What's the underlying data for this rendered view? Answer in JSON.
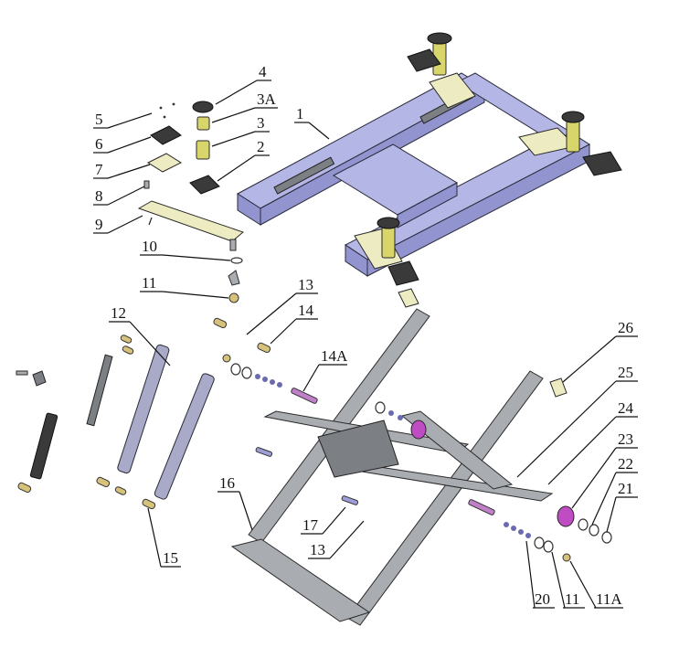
{
  "callouts": [
    {
      "id": "1",
      "label": "1"
    },
    {
      "id": "2",
      "label": "2"
    },
    {
      "id": "3",
      "label": "3"
    },
    {
      "id": "3A",
      "label": "3A"
    },
    {
      "id": "4",
      "label": "4"
    },
    {
      "id": "5",
      "label": "5"
    },
    {
      "id": "6",
      "label": "6"
    },
    {
      "id": "7",
      "label": "7"
    },
    {
      "id": "8",
      "label": "8"
    },
    {
      "id": "9",
      "label": "9"
    },
    {
      "id": "10",
      "label": "10"
    },
    {
      "id": "11",
      "label": "11"
    },
    {
      "id": "11b",
      "label": "11"
    },
    {
      "id": "11A",
      "label": "11A"
    },
    {
      "id": "12",
      "label": "12"
    },
    {
      "id": "13",
      "label": "13"
    },
    {
      "id": "13b",
      "label": "13"
    },
    {
      "id": "14",
      "label": "14"
    },
    {
      "id": "14A",
      "label": "14A"
    },
    {
      "id": "15",
      "label": "15"
    },
    {
      "id": "16",
      "label": "16"
    },
    {
      "id": "17",
      "label": "17"
    },
    {
      "id": "20",
      "label": "20"
    },
    {
      "id": "21",
      "label": "21"
    },
    {
      "id": "22",
      "label": "22"
    },
    {
      "id": "23",
      "label": "23"
    },
    {
      "id": "24",
      "label": "24"
    },
    {
      "id": "25",
      "label": "25"
    },
    {
      "id": "26",
      "label": "26"
    }
  ]
}
